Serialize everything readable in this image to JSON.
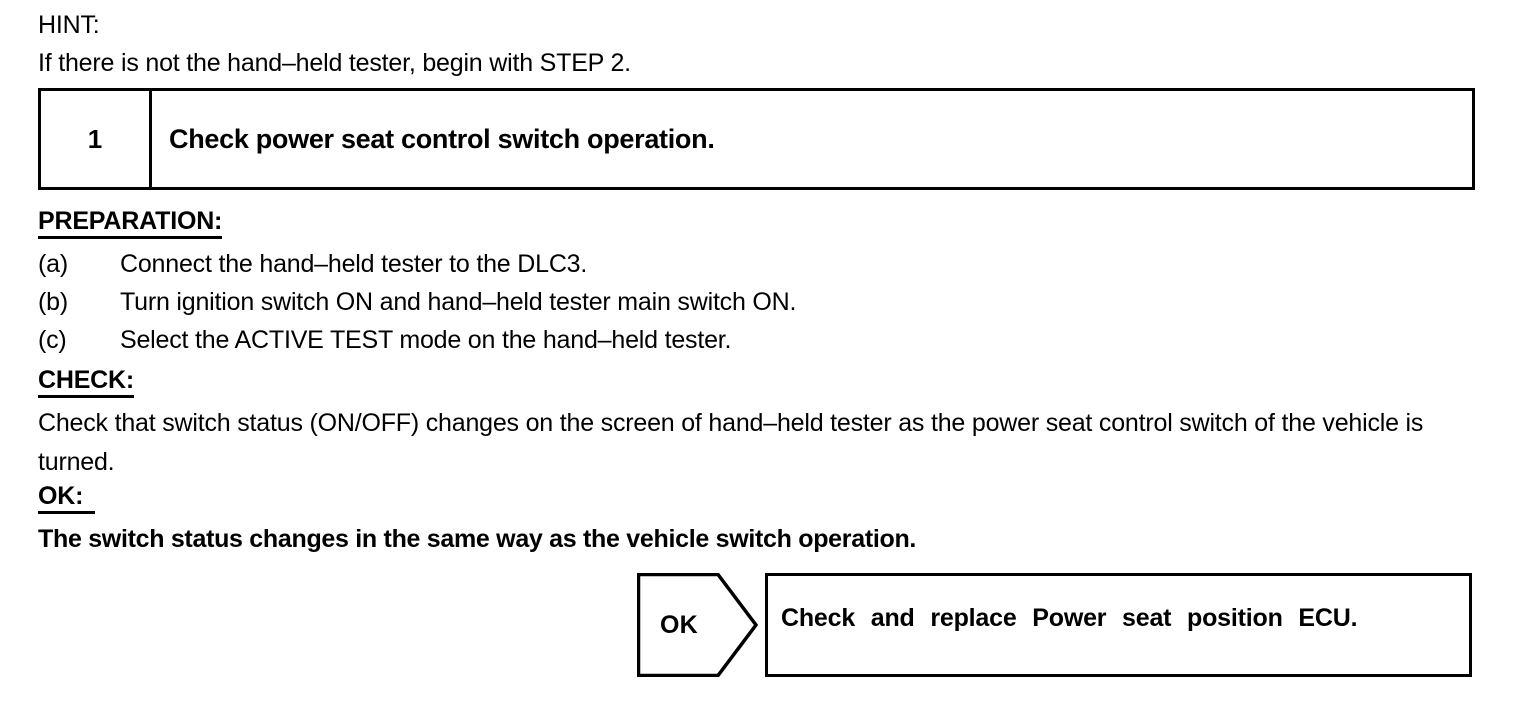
{
  "document": {
    "hint": {
      "label": "HINT:",
      "text": "If there is not the hand–held tester, begin with STEP 2."
    },
    "step": {
      "number": "1",
      "title": "Check power seat control switch operation."
    },
    "preparation": {
      "heading": "PREPARATION:",
      "items": [
        {
          "marker": "(a)",
          "text": "Connect the hand–held tester to the DLC3."
        },
        {
          "marker": "(b)",
          "text": "Turn ignition switch ON and hand–held tester main switch ON."
        },
        {
          "marker": "(c)",
          "text": "Select the ACTIVE TEST mode on the hand–held tester."
        }
      ]
    },
    "check": {
      "heading": "CHECK:",
      "text": "Check that switch status (ON/OFF) changes on the screen of hand–held tester as the power seat control switch of the vehicle is turned."
    },
    "ok": {
      "heading": "OK:",
      "text": "The switch status changes in the same way as the vehicle switch operation."
    },
    "result": {
      "arrow_label": "OK",
      "action": "Check and replace Power seat position ECU."
    },
    "colors": {
      "ink": "#000000",
      "page": "#ffffff"
    }
  }
}
